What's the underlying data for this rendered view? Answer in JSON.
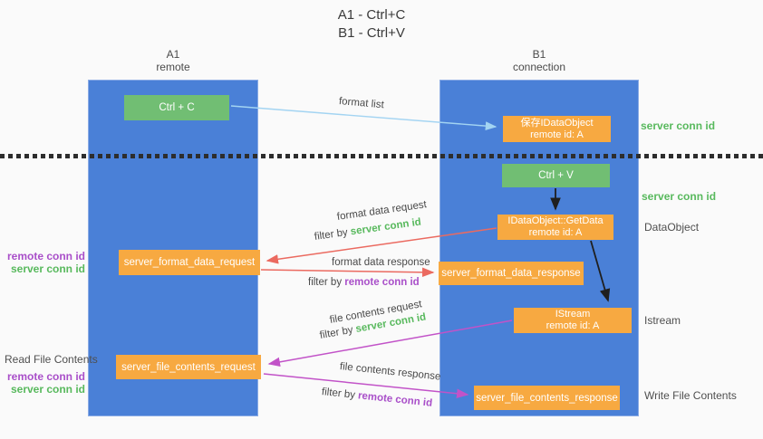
{
  "title": {
    "line1": "A1 - Ctrl+C",
    "line2": "B1 - Ctrl+V"
  },
  "columns": {
    "left": {
      "name": "A1",
      "subtitle": "remote"
    },
    "right": {
      "name": "B1",
      "subtitle": "connection"
    }
  },
  "nodes": {
    "ctrl_c": {
      "label": "Ctrl + C"
    },
    "ctrl_v": {
      "label": "Ctrl + V"
    },
    "save_dataobject": {
      "line1": "保存IDataObject",
      "line2": "remote id: A"
    },
    "getdata": {
      "line1": "IDataObject::GetData",
      "line2": "remote id: A"
    },
    "istream": {
      "line1": "IStream",
      "line2": "remote id: A"
    },
    "format_request": {
      "label": "server_format_data_request"
    },
    "format_response": {
      "label": "server_format_data_response"
    },
    "file_request": {
      "label": "server_file_contents_request"
    },
    "file_response": {
      "label": "server_file_contents_response"
    }
  },
  "arrows": {
    "format_list": {
      "label": "format list"
    },
    "format_data_request": {
      "label": "format data request",
      "filter_prefix": "filter by ",
      "filter_key": "server conn id"
    },
    "format_data_response": {
      "label": "format data response",
      "filter_prefix": "filter by ",
      "filter_key": "remote conn id"
    },
    "file_contents_request": {
      "label": "file contents request",
      "filter_prefix": "filter by ",
      "filter_key": "server conn id"
    },
    "file_contents_response": {
      "label": "file contents response",
      "filter_prefix": "filter by ",
      "filter_key": "remote conn id"
    }
  },
  "side_labels": {
    "right_server_conn_id_top": "server conn id",
    "right_server_conn_id_mid": "server conn id",
    "right_dataobject": "DataObject",
    "right_istream": "Istream",
    "right_write_file_contents": "Write File Contents",
    "left_remote_conn_id_top": "remote conn id",
    "left_server_conn_id_top": "server conn id",
    "left_read_file_contents": "Read File Contents",
    "left_remote_conn_id_bottom": "remote conn id",
    "left_server_conn_id_bottom": "server conn id"
  },
  "colors": {
    "column_blue": "#4a80d7",
    "node_green": "#71be73",
    "node_orange": "#f7a941",
    "arrow_light_blue": "#a3d4f2",
    "arrow_red": "#eb6a60",
    "arrow_magenta": "#c253c8",
    "label_green": "#58b95d",
    "label_purple": "#a94fc9",
    "text_dark": "#4a4a4a"
  }
}
